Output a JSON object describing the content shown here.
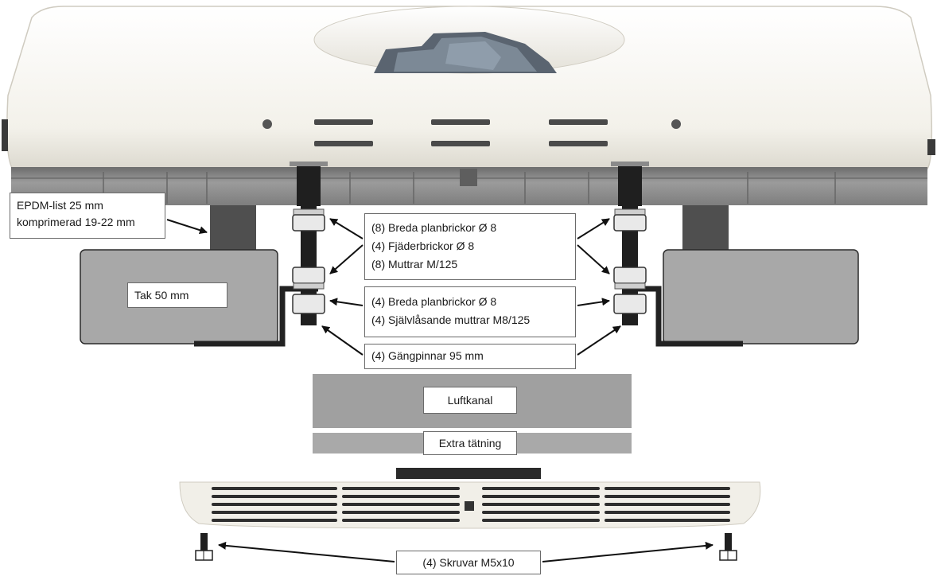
{
  "labels": {
    "epdm": [
      "EPDM-list 25 mm",
      "komprimerad 19-22 mm"
    ],
    "washers_nuts": [
      "(8) Breda planbrickor Ø 8",
      "(4) Fjäderbrickor Ø 8",
      "(8) Muttrar M/125"
    ],
    "lock_nuts": [
      "(4) Breda planbrickor Ø 8",
      "(4) Självlåsande muttrar M8/125"
    ],
    "studs": "(4) Gängpinnar 95 mm",
    "roof": "Tak 50 mm",
    "air_duct": "Luftkanal",
    "extra_seal": "Extra tätning",
    "screws": "(4) Skruvar M5x10"
  },
  "colors": {
    "unit_body": "#f3f1ea",
    "roof": "#a8a8a8",
    "duct": "#a0a0a0",
    "dark_parts": "#262626",
    "arrow": "#111111"
  }
}
